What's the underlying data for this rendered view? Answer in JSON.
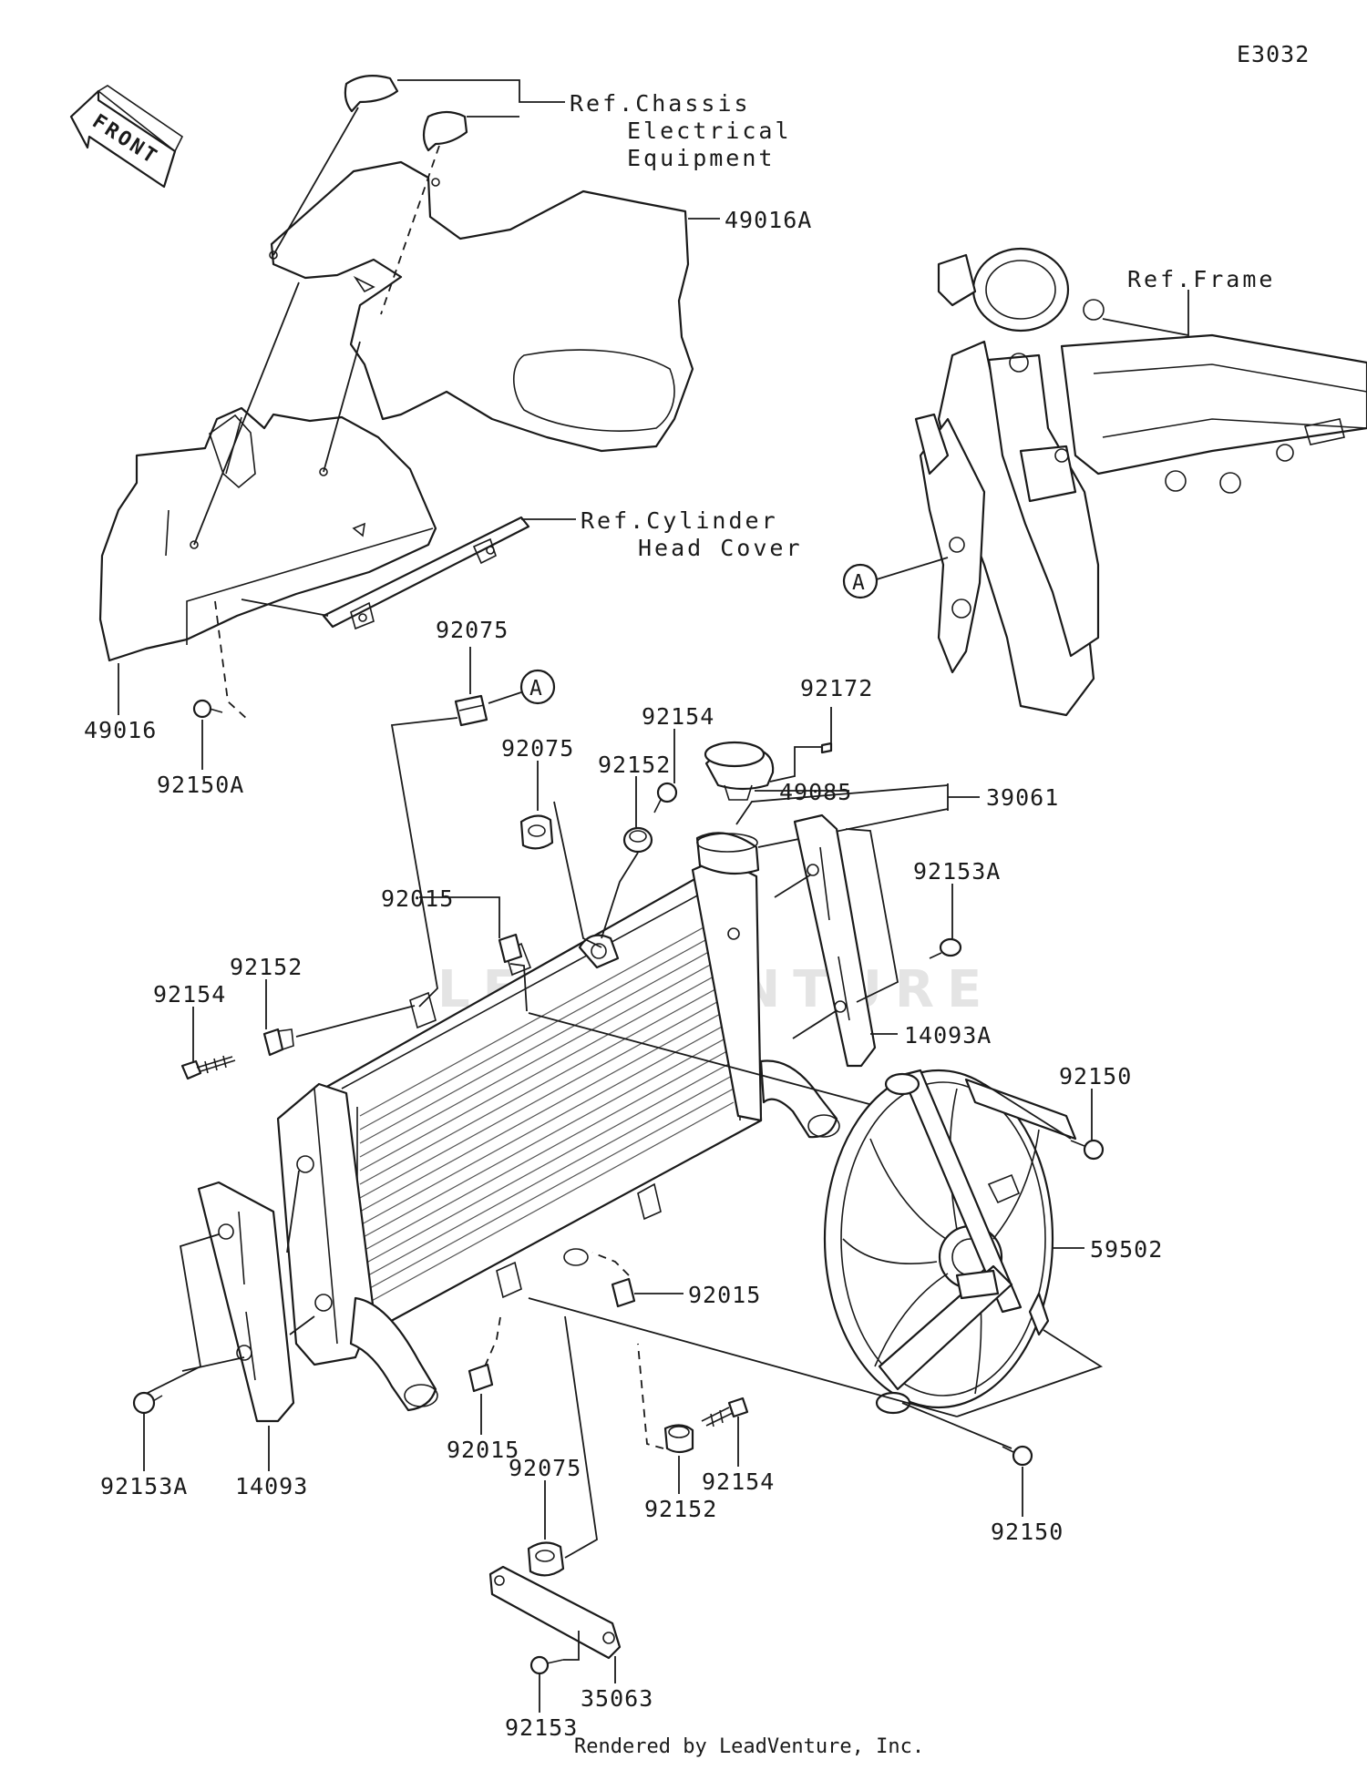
{
  "diagram_code": "E3032",
  "front_label": "FRONT",
  "watermark": "LEADVENTURE",
  "footer": "Rendered by LeadVenture, Inc.",
  "callout_marker": "A",
  "references": {
    "chassis_electrical": [
      "Ref.Chassis",
      "Electrical",
      "Equipment"
    ],
    "frame": "Ref.Frame",
    "cylinder_head_cover": [
      "Ref.Cylinder",
      "Head Cover"
    ]
  },
  "parts": {
    "shroud_upper": "49016A",
    "shroud_lower": "49016",
    "bolt_92150A": "92150A",
    "grommet_top": "92075",
    "grommet_mid": "92075",
    "grommet_bottom": "92075",
    "bolt_92154_top": "92154",
    "collar_92152_top": "92152",
    "clip_92172": "92172",
    "cap_49085": "49085",
    "radiator_39061": "39061",
    "clip_92015_top": "92015",
    "bolt_92153A_right": "92153A",
    "bolt_92154_left": "92154",
    "collar_92152_left": "92152",
    "guard_14093A": "14093A",
    "bolt_92150_right": "92150",
    "fan_59502": "59502",
    "clip_92015_right": "92015",
    "bolt_92153A_left": "92153A",
    "guard_14093": "14093",
    "clip_92015_bottom": "92015",
    "collar_92152_bottom": "92152",
    "bolt_92154_bottom": "92154",
    "bolt_92150_bottom": "92150",
    "bracket_35063": "35063",
    "bolt_92153": "92153"
  }
}
